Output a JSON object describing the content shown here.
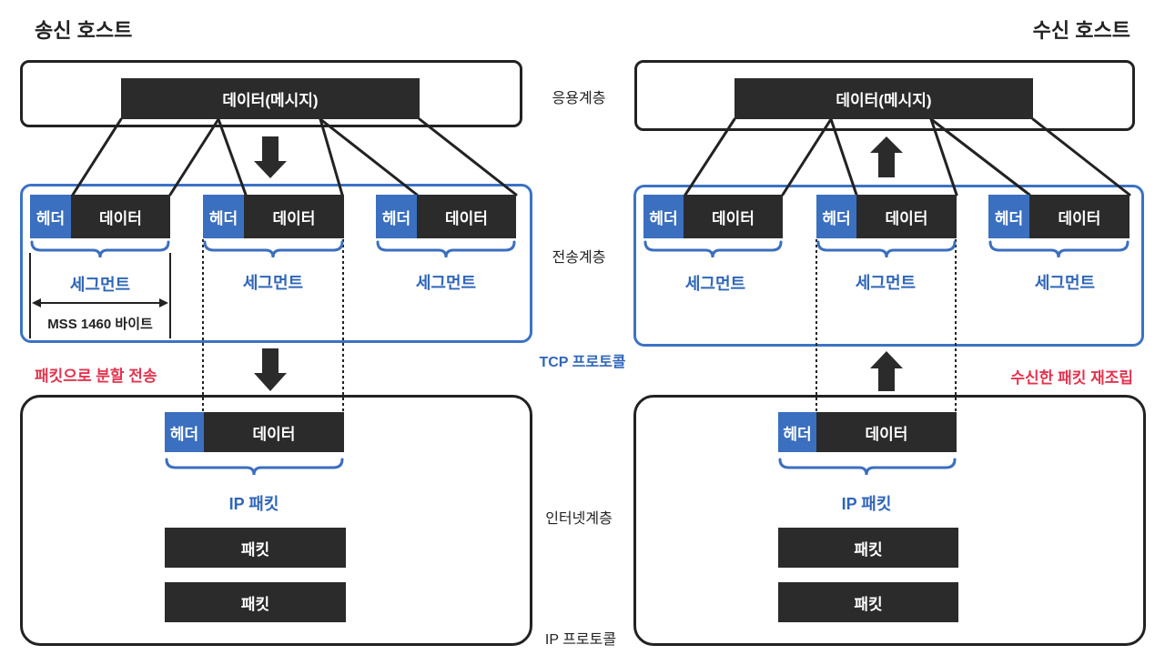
{
  "left": {
    "title": "송신 호스트",
    "message": "데이터(메시지)",
    "segments": [
      {
        "header": "헤더",
        "data": "데이터",
        "label": "세그먼트"
      },
      {
        "header": "헤더",
        "data": "데이터",
        "label": "세그먼트"
      },
      {
        "header": "헤더",
        "data": "데이터",
        "label": "세그먼트"
      }
    ],
    "mss": "MSS 1460 바이트",
    "note": "패킷으로 분할 전송",
    "ip_packet": {
      "header": "헤더",
      "data": "데이터",
      "label": "IP 패킷"
    },
    "packets": [
      "패킷",
      "패킷"
    ]
  },
  "right": {
    "title": "수신 호스트",
    "message": "데이터(메시지)",
    "segments": [
      {
        "header": "헤더",
        "data": "데이터",
        "label": "세그먼트"
      },
      {
        "header": "헤더",
        "data": "데이터",
        "label": "세그먼트"
      },
      {
        "header": "헤더",
        "data": "데이터",
        "label": "세그먼트"
      }
    ],
    "note": "수신한 패킷 재조립",
    "ip_packet": {
      "header": "헤더",
      "data": "데이터",
      "label": "IP 패킷"
    },
    "packets": [
      "패킷",
      "패킷"
    ]
  },
  "layers": {
    "application": "응용계층",
    "transport": "전송계층",
    "tcp": "TCP 프로토콜",
    "internet": "인터넷계층",
    "ip": "IP 프로토콜"
  },
  "colors": {
    "bar": "#2b2b2b",
    "header": "#3b6fbf",
    "transport_border": "#3b73c4",
    "label_blue": "#2f66b8",
    "note_red": "#e3344f",
    "box_border": "#222222"
  }
}
